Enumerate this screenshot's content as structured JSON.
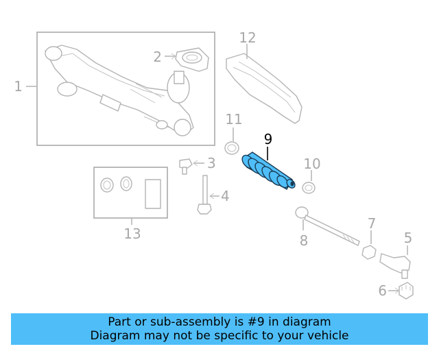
{
  "diagram": {
    "callouts": {
      "c1": "1",
      "c2": "2",
      "c3": "3",
      "c4": "4",
      "c5": "5",
      "c6": "6",
      "c7": "7",
      "c8": "8",
      "c9": "9",
      "c10": "10",
      "c11": "11",
      "c12": "12",
      "c13": "13"
    },
    "highlighted_part": "9",
    "highlight_color": "#4fbef8"
  },
  "banner": {
    "line1": "Part or sub-assembly is #9 in diagram",
    "line2": "Diagram may not be specific to your vehicle",
    "background": "#4fbef8"
  }
}
